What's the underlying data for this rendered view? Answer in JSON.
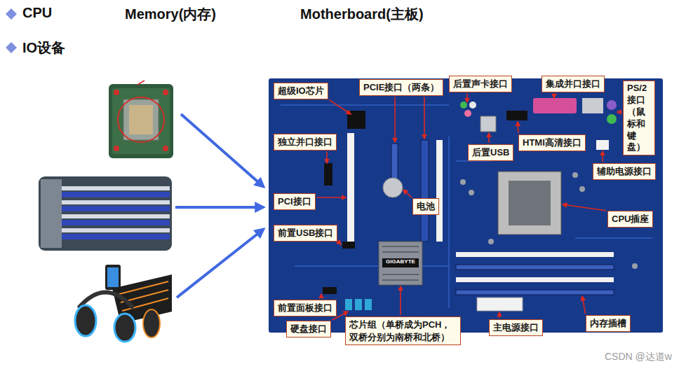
{
  "diagram": {
    "nodes": [
      {
        "text": [
          "超级IO芯片"
        ]
      },
      {
        "text": [
          "PCIE接口（两条）"
        ]
      },
      {
        "text": [
          "后置声卡接口"
        ]
      },
      {
        "text": [
          "集成并口接口"
        ]
      },
      {
        "text": [
          "PS/2接口（鼠标和键盘）"
        ]
      },
      {
        "text": [
          "独立并口接口"
        ]
      },
      {
        "text": [
          "HTMI高清接口"
        ]
      },
      {
        "text": [
          "后置USB"
        ]
      },
      {
        "text": [
          "辅助电源接口"
        ]
      },
      {
        "text": [
          "PCI接口"
        ]
      },
      {
        "text": [
          "电池"
        ]
      },
      {
        "text": [
          "CPU插座"
        ]
      },
      {
        "text": [
          "前置USB接口"
        ]
      },
      {
        "text": [
          "前置面板接口"
        ]
      },
      {
        "text": [
          "硬盘接口"
        ]
      },
      {
        "text": [
          "芯片组（单桥成为PCH，双桥分别为南桥和北桥）"
        ]
      },
      {
        "text": [
          "主电源接口"
        ]
      },
      {
        "text": [
          "内存插槽"
        ]
      }
    ],
    "labels": [
      "CPU",
      "Memory(内存)",
      "Motherboard(主板)",
      "IO设备",
      "GIGABYTE",
      "CSDN @达道w"
    ]
  }
}
